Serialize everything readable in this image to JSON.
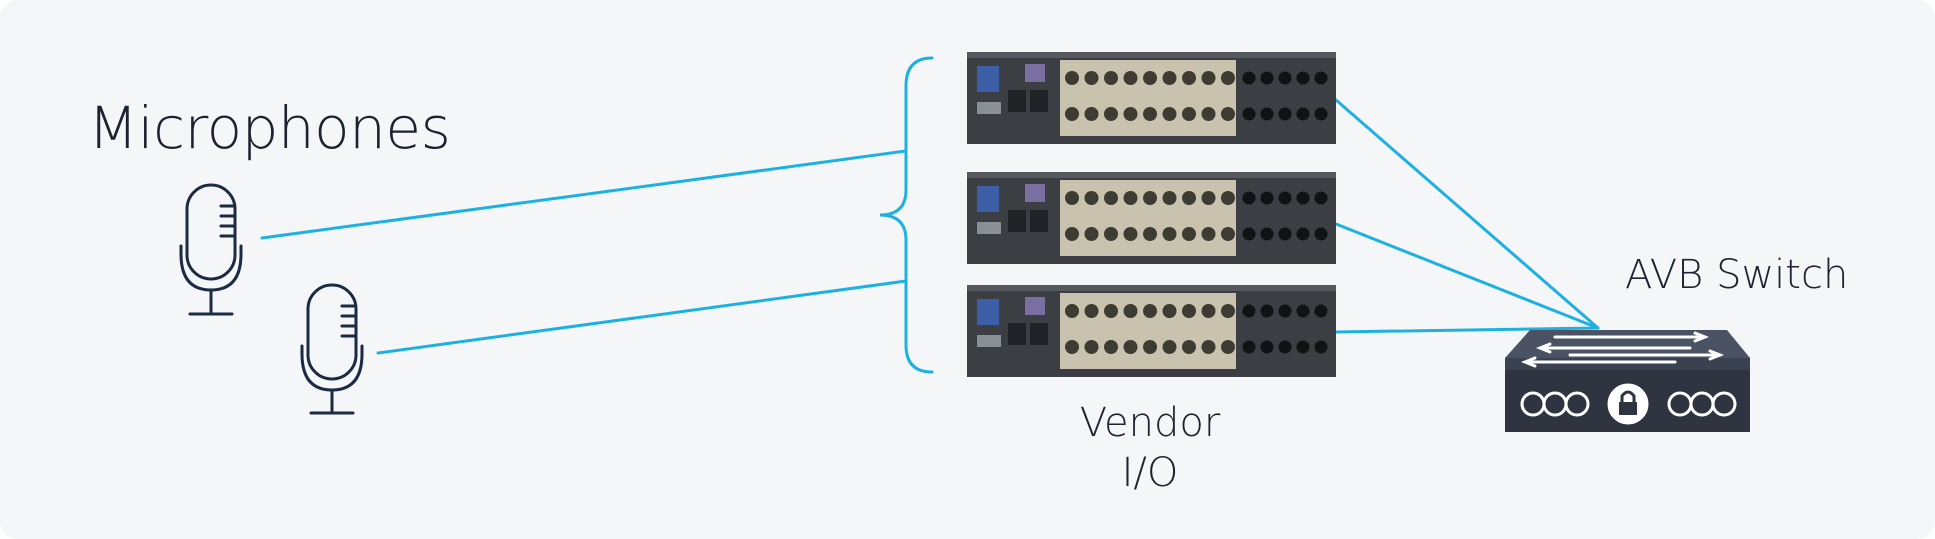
{
  "labels": {
    "microphones": "Microphones",
    "vendor_line1": "Vendor",
    "vendor_line2": "I/O",
    "avb_switch": "AVB Switch"
  },
  "colors": {
    "background": "#f4f6f8",
    "connector_line": "#1fb0e2",
    "icon_stroke": "#1c2a44",
    "device_body": "#3b3e42",
    "port_panel": "#c9c2ae",
    "switch_body": "#2e3440"
  },
  "icons": {
    "microphone": "microphone-icon",
    "io_unit": "vendor-io-unit",
    "switch": "avb-switch-icon"
  }
}
